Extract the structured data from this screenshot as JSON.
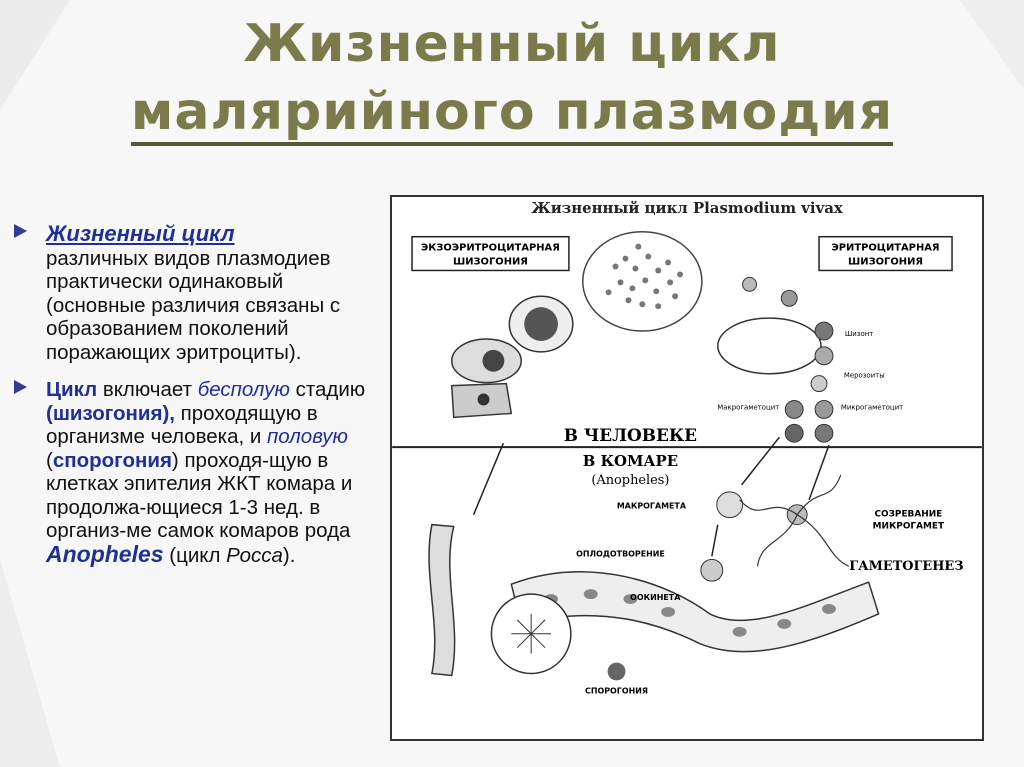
{
  "title": {
    "line1": "Жизненный цикл",
    "line2": "малярийного плазмодия"
  },
  "bullet1": {
    "lead": "Жизненный цикл",
    "text": "различных видов плазмодиев практически одинаковый (основные различия связаны с образованием поколений поражающих эритроциты)."
  },
  "bullet2": {
    "p1": "Цикл",
    "p2": " включает ",
    "p3": "бесполую",
    "p4": " стадию ",
    "p5": "(шизогония),",
    "p6": " проходящую в организме человека, и ",
    "p7": "половую",
    "p8": " (",
    "p9": "спорогония",
    "p10": ") проходя-щую в клетках эпителия ЖКТ комара и продолжа-ющиеся 1-3 нед. в организ-ме самок комаров рода ",
    "p11": "Anopheles",
    "p12": " (цикл ",
    "p13": "Росса",
    "p14": ")."
  },
  "diagram": {
    "title": "Жизненный цикл Plasmodium vivax",
    "box_exo": [
      "ЭКЗОЭРИТРОЦИТАРНАЯ",
      "ШИЗОГОНИЯ"
    ],
    "box_ery": [
      "ЭРИТРОЦИТАРНАЯ",
      "ШИЗОГОНИЯ"
    ],
    "in_human": "В ЧЕЛОВЕКЕ",
    "in_mosquito": "В КОМАРЕ",
    "anopheles": "(Anopheles)",
    "macrogamete": "МАКРОГАМЕТА",
    "fertilization": "ОПЛОДОТВОРЕНИЕ",
    "ookinete": "ООКИНЕТА",
    "maturation": [
      "СОЗРЕВАНИЕ",
      "МИКРОГАМЕТ"
    ],
    "gametogenesis": "ГАМЕТОГЕНЕЗ",
    "sporogony": "СПОРОГОНИЯ",
    "schizont": "Шизонт",
    "merozoites": "Мерозоиты",
    "macrogametocyte": "Макрогаметоцит",
    "microgametocyte": "Микрогаметоцит"
  },
  "colors": {
    "title": "#7a7a4a",
    "accent": "#1f2f9a",
    "bullet": "#2f3e8f"
  }
}
